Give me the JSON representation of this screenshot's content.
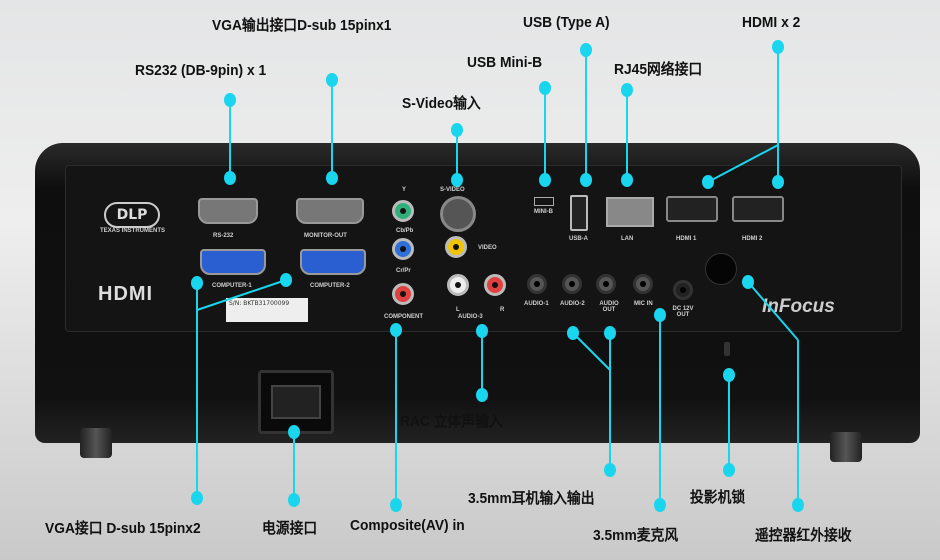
{
  "callouts": {
    "rs232": "RS232 (DB-9pin) x 1",
    "vga_out": "VGA输出接口D-sub 15pinx1",
    "svideo": "S-Video输入",
    "usb_mini": "USB  Mini-B",
    "usb_a": "USB (Type A)",
    "rj45": "RJ45网络接口",
    "hdmi": "HDMI x 2",
    "vga_in": "VGA接口 D-sub 15pinx2",
    "power": "电源接口",
    "composite": "Composite(AV) in",
    "rac": "RAC 立体声输入",
    "headphone": "3.5mm耳机输入输出",
    "mic": "3.5mm麦克风",
    "lock": "投影机锁",
    "ir": "遥控器红外接收"
  },
  "panel": {
    "dlp": "DLP",
    "ti": "TEXAS INSTRUMENTS",
    "hdmi_logo": "HDMI",
    "brand": "InFocus",
    "rs232": "RS-232",
    "monitor_out": "MONITOR-OUT",
    "computer1": "COMPUTER-1",
    "computer2": "COMPUTER-2",
    "y": "Y",
    "cbpb": "Cb/Pb",
    "crpr": "Cr/Pr",
    "component": "COMPONENT",
    "svideo": "S-VIDEO",
    "video": "VIDEO",
    "l": "L",
    "r": "R",
    "audio3": "AUDIO-3",
    "mini_b": "MINI-B",
    "usb_a": "USB-A",
    "lan": "LAN",
    "hdmi1": "HDMI 1",
    "hdmi2": "HDMI 2",
    "audio1": "AUDIO-1",
    "audio2": "AUDIO-2",
    "audio_out": "AUDIO OUT",
    "mic_in": "MIC IN",
    "dc_out": "DC 12V OUT",
    "serial": "S/N: BKTB31700099"
  },
  "colors": {
    "accent": "#19d6ee"
  }
}
